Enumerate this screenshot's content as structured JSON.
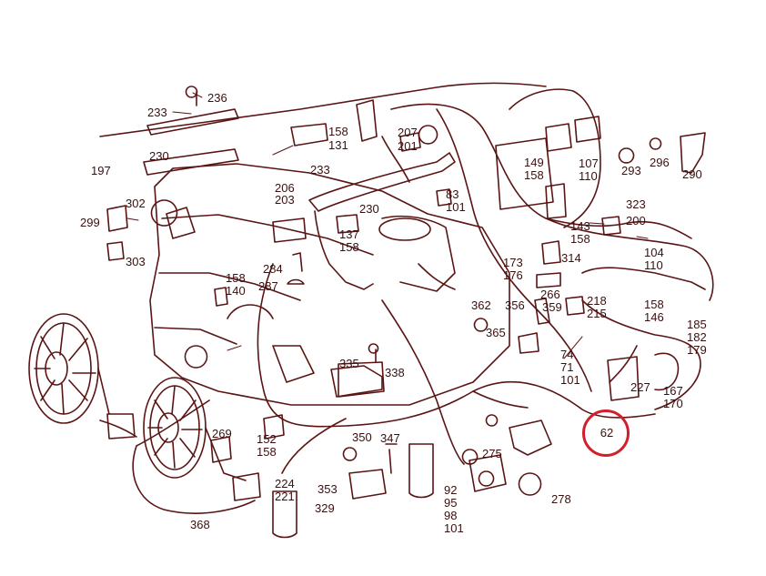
{
  "colors": {
    "line": "#5a1414",
    "highlight": "#d21f2b",
    "background": "#ffffff"
  },
  "highlight": {
    "label": "62"
  },
  "callouts": {
    "c236": "236",
    "c233a": "233",
    "c230a": "230",
    "c197": "197",
    "c302": "302",
    "c299": "299",
    "c303": "303",
    "c158a": "158",
    "c131": "131",
    "c207": "207",
    "c201": "201",
    "c233b": "233",
    "c206": "206",
    "c203": "203",
    "c230b": "230",
    "c137": "137",
    "c158b": "158",
    "c83": "83",
    "c101a": "101",
    "c149": "149",
    "c158c": "158",
    "c107": "107",
    "c110a": "110",
    "c293": "293",
    "c296": "296",
    "c290": "290",
    "c323": "323",
    "c143": "143",
    "c158d": "158",
    "c200": "200",
    "c104": "104",
    "c110b": "110",
    "c173": "173",
    "c176": "176",
    "c314": "314",
    "c266": "266",
    "c218": "218",
    "c215": "215",
    "c158e": "158",
    "c146": "146",
    "c185": "185",
    "c182": "182",
    "c179": "179",
    "c284": "284",
    "c287": "287",
    "c158f": "158",
    "c140": "140",
    "c362": "362",
    "c356": "356",
    "c359": "359",
    "c365": "365",
    "c74": "74",
    "c71": "71",
    "c101b": "101",
    "c227": "227",
    "c167": "167",
    "c170": "170",
    "c335": "335",
    "c338": "338",
    "c269": "269",
    "c152": "152",
    "c158g": "158",
    "c350": "350",
    "c347": "347",
    "c275": "275",
    "c224": "224",
    "c221": "221",
    "c353": "353",
    "c329": "329",
    "c92": "92",
    "c95": "95",
    "c98": "98",
    "c101c": "101",
    "c278": "278",
    "c368": "368"
  }
}
